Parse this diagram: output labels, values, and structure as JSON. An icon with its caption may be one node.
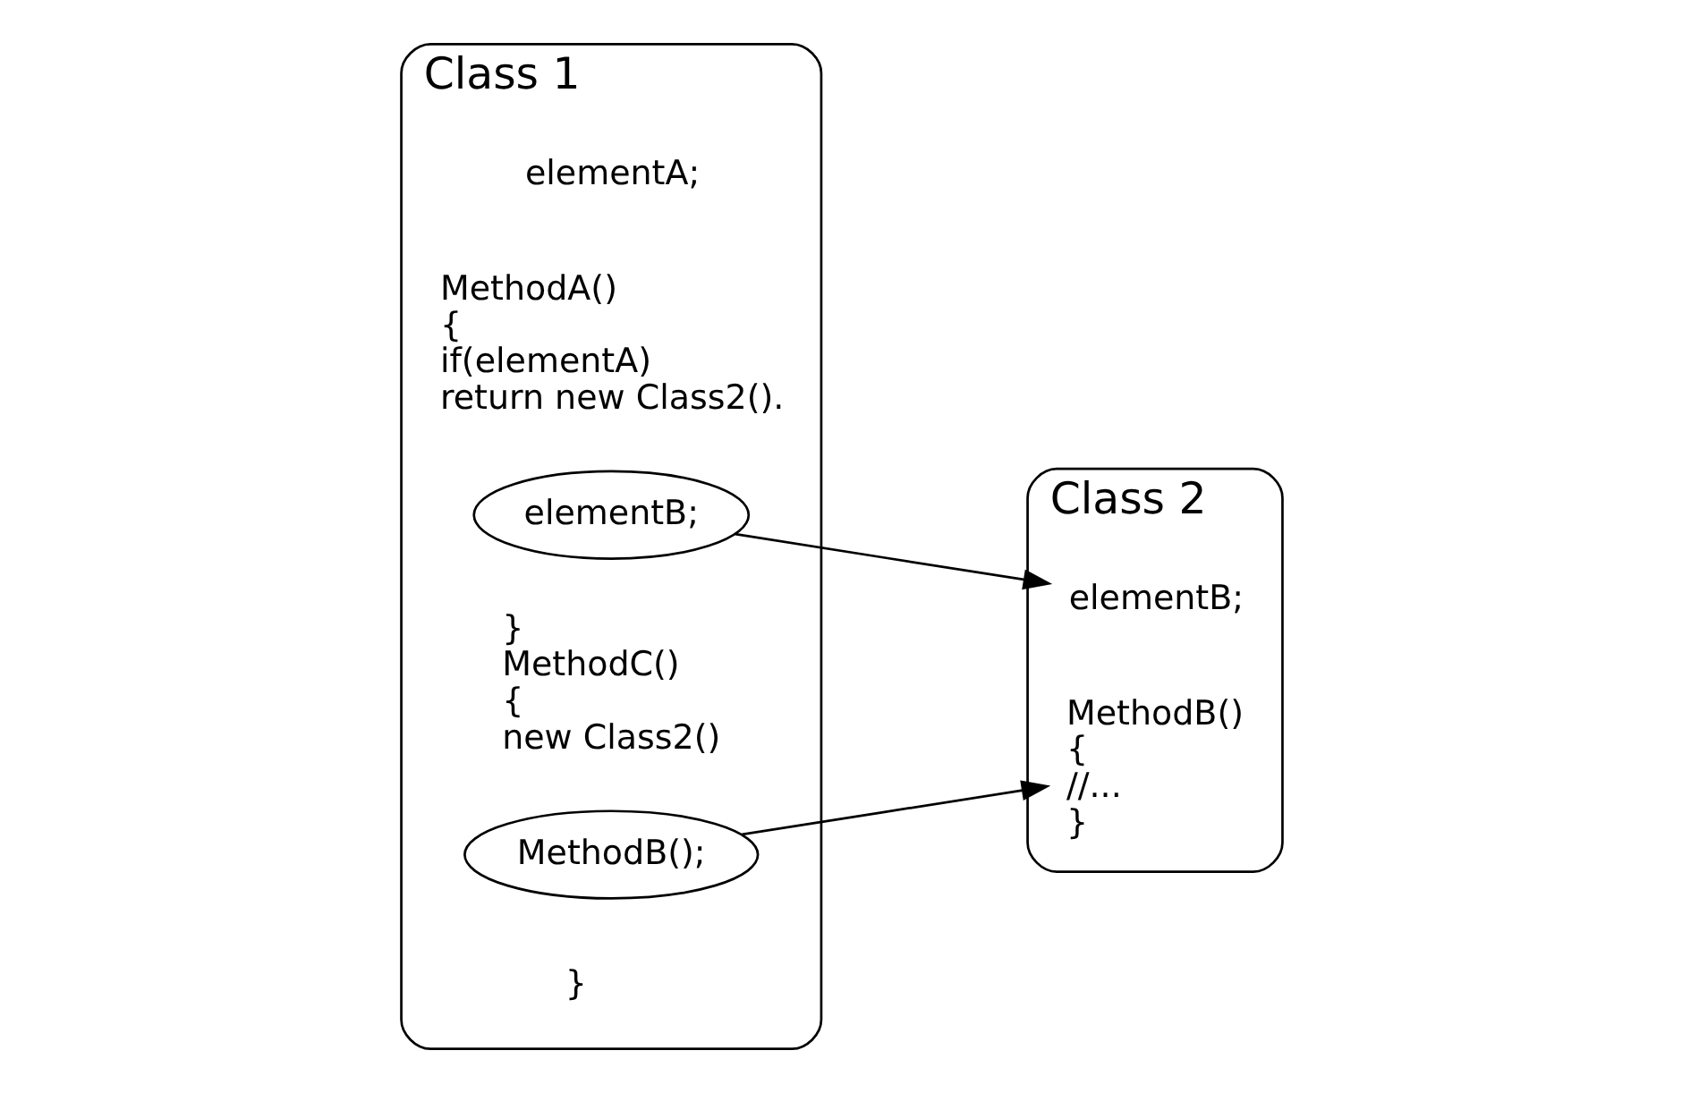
{
  "diagram": {
    "nodes": [
      {
        "text": [
          "Class 1"
        ]
      },
      {
        "text": [
          "elementA;"
        ],
        "in": 0
      },
      {
        "text": [
          "MethodA()",
          "{",
          "if(elementA)",
          "return new Class2()."
        ],
        "in": 0
      },
      {
        "text": [
          "elementB;"
        ],
        "in": 0
      },
      {
        "text": [
          "}",
          "MethodC()",
          "{",
          "new Class2()"
        ],
        "in": 0
      },
      {
        "text": [
          "MethodB();"
        ],
        "in": 0
      },
      {
        "text": [
          "}"
        ],
        "in": 0
      },
      {
        "text": [
          "Class 2"
        ]
      },
      {
        "text": [
          "elementB;"
        ],
        "in": 7
      },
      {
        "text": [
          "MethodB()",
          "{",
          "//...",
          "}"
        ],
        "in": 7
      }
    ],
    "edges": [
      {
        "from": 3,
        "to": 8,
        "arrow": "to"
      },
      {
        "from": 5,
        "to": 9,
        "arrow": "to"
      }
    ]
  }
}
